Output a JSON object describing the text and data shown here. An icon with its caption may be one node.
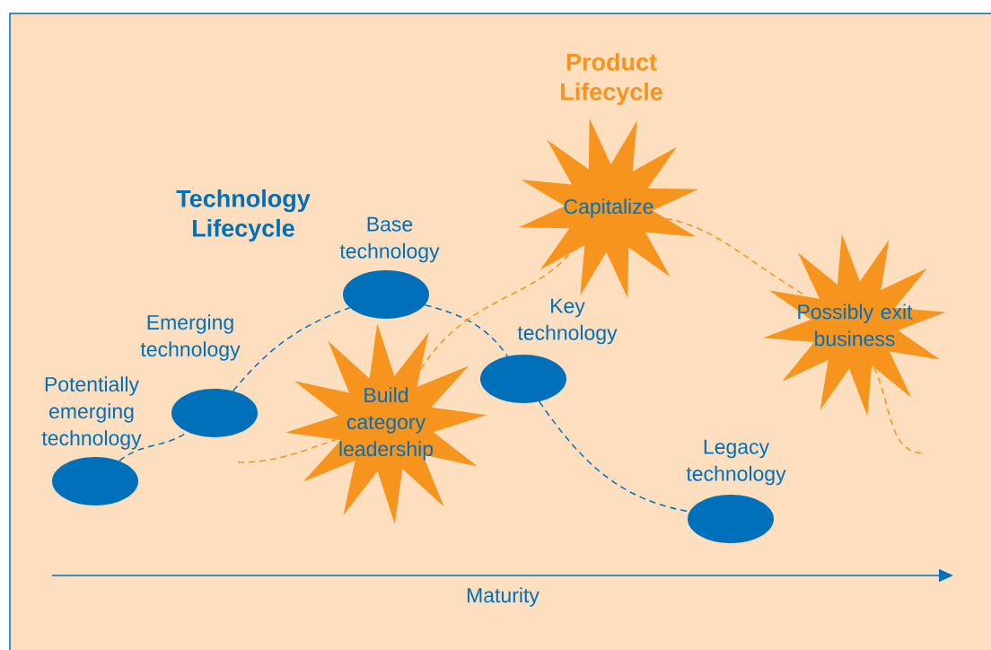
{
  "diagram": {
    "nodes": [
      {
        "text": [],
        "shape": "ellipse",
        "beside": [
          "Potentially emerging technology"
        ]
      },
      {
        "text": [],
        "shape": "ellipse",
        "beside": [
          "Emerging technology"
        ]
      },
      {
        "text": [],
        "shape": "ellipse",
        "beside": [
          "Base technology"
        ]
      },
      {
        "text": [],
        "shape": "ellipse",
        "beside": [
          "Key technology"
        ]
      },
      {
        "text": [],
        "shape": "ellipse",
        "beside": [
          "Legacy technology"
        ]
      },
      {
        "text": [
          "Build category leadership"
        ]
      },
      {
        "text": [
          "Capitalize"
        ]
      },
      {
        "text": [
          "Possibly exit business"
        ]
      }
    ],
    "edges": [
      {
        "from": 0,
        "to": 1,
        "arrow": "none",
        "style": "dashed"
      },
      {
        "from": 1,
        "to": 2,
        "arrow": "none",
        "style": "dashed"
      },
      {
        "from": 2,
        "to": 3,
        "arrow": "none",
        "style": "dashed"
      },
      {
        "from": 3,
        "to": 4,
        "arrow": "none",
        "style": "dashed"
      },
      {
        "from": null,
        "to": 5,
        "arrow": "none",
        "style": "dashed",
        "color": "#f7941d"
      },
      {
        "from": 5,
        "to": 6,
        "arrow": "none",
        "style": "dashed",
        "color": "#f7941d"
      },
      {
        "from": 6,
        "to": 7,
        "arrow": "none",
        "style": "dashed",
        "color": "#f7941d"
      },
      {
        "from": 7,
        "to": null,
        "arrow": "none",
        "style": "dashed",
        "color": "#f7941d"
      }
    ],
    "labels": [
      "Technology Lifecycle",
      "Product Lifecycle",
      "Maturity"
    ]
  }
}
